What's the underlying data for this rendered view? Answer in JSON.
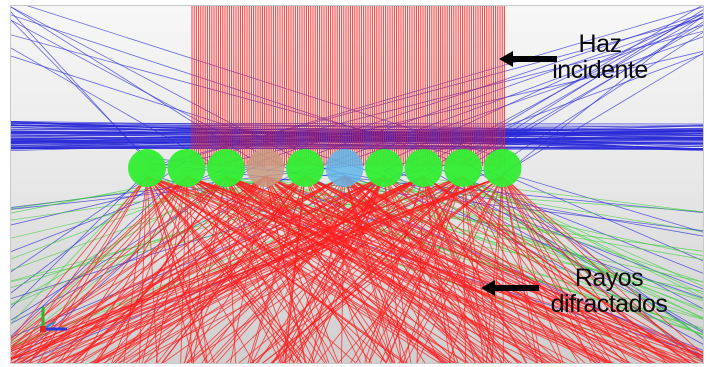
{
  "labels": {
    "incident": "Haz\nincidente",
    "diffracted": "Rayos\ndifractados"
  },
  "colors": {
    "incident_rays": "#ff1a1a",
    "diffracted_rays": "#ff1e1e",
    "blue_rays": "#2a2ad8",
    "green_rays": "#3fcf3f",
    "spheres": "#33ee33",
    "sphere_highlight_1": "#c89a80",
    "sphere_highlight_2": "#5fb6e8",
    "arrow": "#000000"
  },
  "scene": {
    "sphere_count": 10,
    "highlighted_spheres": [
      3,
      5
    ],
    "axis_triad_icon": "xyz-axes-icon"
  }
}
